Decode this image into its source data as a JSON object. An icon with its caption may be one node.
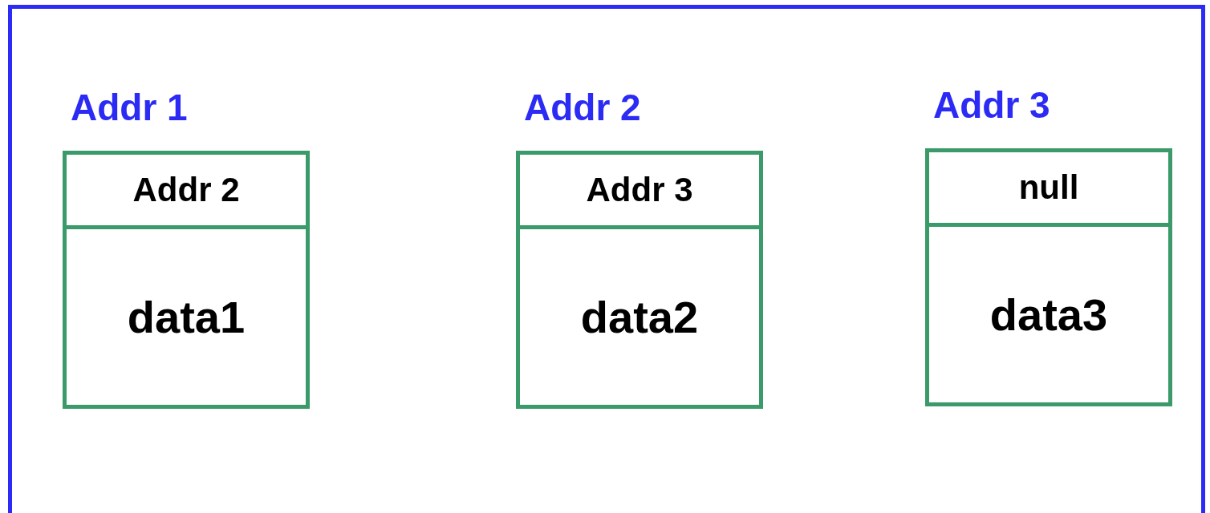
{
  "diagram": {
    "nodes": [
      {
        "text": [],
        "shape": "box"
      },
      {
        "text": [
          "Addr 1",
          "Addr 2",
          "data1"
        ],
        "in": 0
      },
      {
        "text": [
          "Addr 2",
          "Addr 3",
          "data2"
        ],
        "in": 0
      },
      {
        "text": [
          "Addr 3",
          "null",
          "data3"
        ],
        "in": 0
      }
    ],
    "edges": []
  }
}
